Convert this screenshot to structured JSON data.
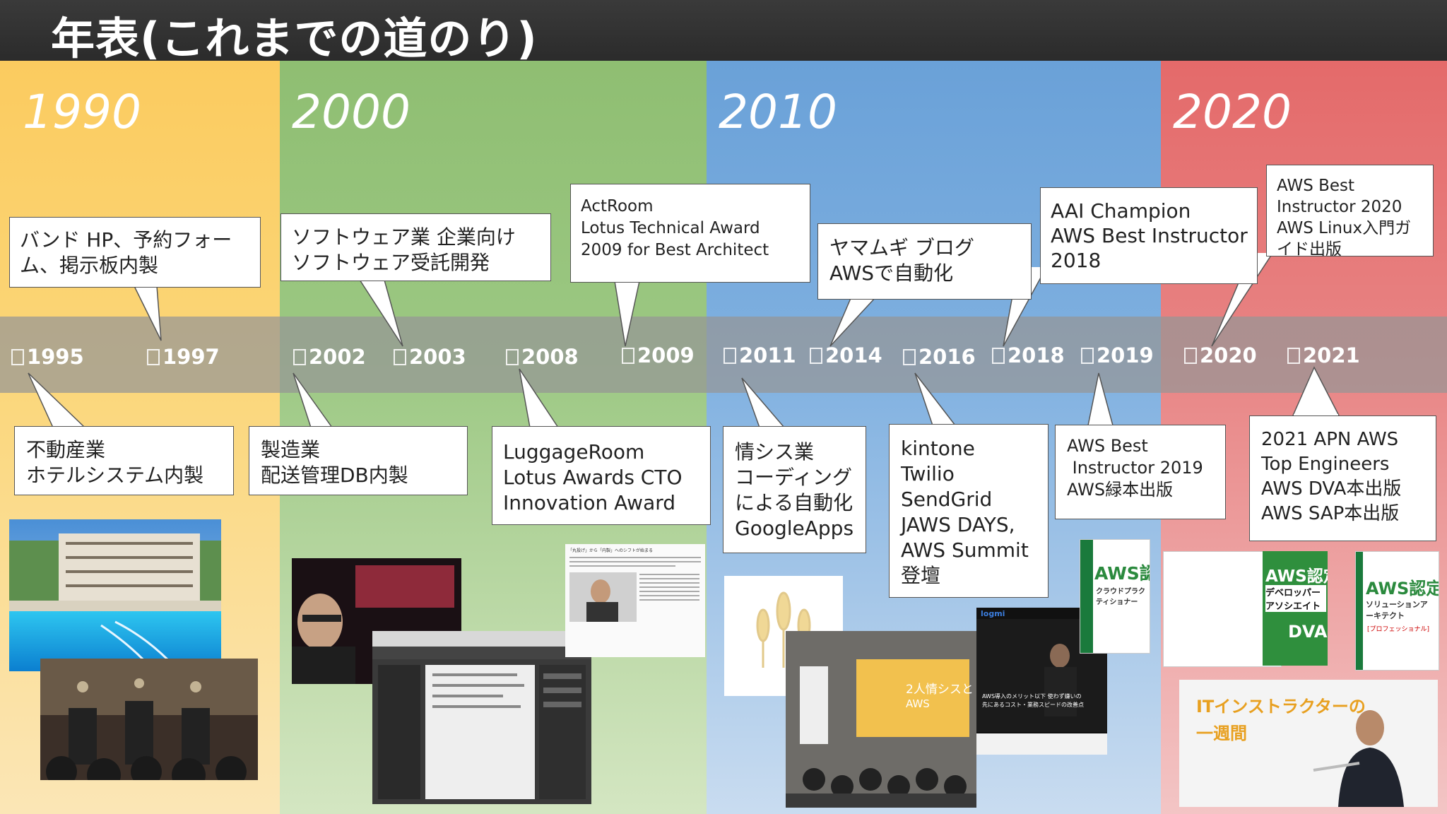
{
  "title": "年表(これまでの道のり)",
  "decades": [
    "1990",
    "2000",
    "2010",
    "2020"
  ],
  "colors": {
    "c1990": "#f9d06b",
    "c2000": "#93c47d",
    "c2010": "#6fa8dc",
    "c2020": "#e06666"
  },
  "years": [
    "1995",
    "1997",
    "2002",
    "2003",
    "2008",
    "2009",
    "2011",
    "2014",
    "2016",
    "2018",
    "2019",
    "2020",
    "2021"
  ],
  "callouts_top": [
    {
      "lines": [
        "バンド HP、予約フォー",
        "ム、掲示板内製"
      ]
    },
    {
      "lines": [
        "ソフトウェア業 企業向け",
        "ソフトウェア受託開発"
      ]
    },
    {
      "lines": [
        "ActRoom",
        "Lotus Technical Award",
        "2009 for Best Architect"
      ]
    },
    {
      "lines": [
        "ヤマムギ ブログ",
        "AWSで自動化"
      ]
    },
    {
      "lines": [
        "AAI Champion",
        "AWS Best Instructor",
        "2018"
      ]
    },
    {
      "lines": [
        "AWS Best",
        "Instructor 2020",
        "AWS Linux入門ガ",
        "イド出版"
      ]
    }
  ],
  "callouts_bottom": [
    {
      "lines": [
        "不動産業",
        "ホテルシステム内製"
      ]
    },
    {
      "lines": [
        "製造業",
        "配送管理DB内製"
      ]
    },
    {
      "lines": [
        "LuggageRoom",
        "Lotus Awards CTO",
        "Innovation Award"
      ]
    },
    {
      "lines": [
        "情シス業",
        "コーディング",
        "による自動化",
        "GoogleApps"
      ]
    },
    {
      "lines": [
        "kintone",
        "Twilio",
        "SendGrid",
        "JAWS DAYS,",
        "AWS Summit",
        "登壇"
      ]
    },
    {
      "lines": [
        "AWS Best",
        " Instructor 2019",
        "AWS緑本出版"
      ]
    },
    {
      "lines": [
        "2021 APN AWS",
        "Top Engineers",
        "AWS DVA本出版",
        "AWS SAP本出版"
      ]
    }
  ],
  "photos": {
    "article_headline": "「丸投げ」から「内製」へのシフトが始まる",
    "stage_text_1": "2人情シスと",
    "stage_text_2": "AWS",
    "talk_caption_1": "AWS導入のメリット以下 使わず嫌いの",
    "talk_caption_2": "先にあるコスト・業務スピードの改善点",
    "book1_title": "AWS認定",
    "book1_sub": "クラウドプラクティショナー",
    "book2_title": "AWS認定",
    "book2_sub": "デベロッパーアソシエイト",
    "book2_badge": "DVA",
    "book3_title": "AWS認定",
    "book3_sub": "ソリューションアーキテクト",
    "book3_badge": "[プロフェッショナル]",
    "seminar_line1": "ITインストラクターの",
    "seminar_line2": "一週間",
    "logmi_logo": "logmi"
  }
}
